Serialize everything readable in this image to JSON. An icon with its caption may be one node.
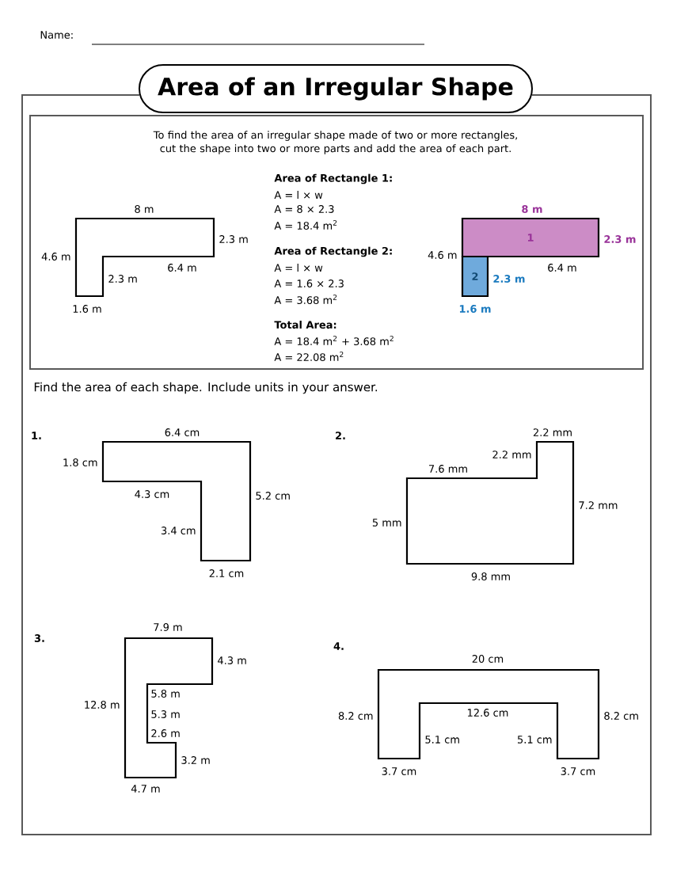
{
  "diagram": {
    "title": "Area of an Irregular Shape",
    "nodes": [
      {
        "text": [
          "1"
        ]
      },
      {
        "text": [
          "2"
        ]
      }
    ],
    "labels": [
      "Name:",
      "To find the area of an irregular shape made of two or more rectangles, cut the shape into two or more parts and add the area of each part.",
      "8 m",
      "2.3 m",
      "4.6 m",
      "6.4 m",
      "2.3 m",
      "1.6 m",
      "Area of Rectangle 1:",
      "A = l × w",
      "A = 8 × 2.3",
      "A = 18.4 m$^{2}$",
      "Area of Rectangle 2:",
      "A = l × w",
      "A = 1.6 × 2.3",
      "A = 3.68 m$^{2}$",
      "Total Area:",
      "A = 18.4 m$^{2}$ + 3.68 m$^{2}$",
      "A = 22.08 m$^{2}$",
      "8 m",
      "2.3 m",
      "4.6 m",
      "6.4 m",
      "2.3 m",
      "1.6 m",
      "Find the area of each shape. Include units in your answer.",
      "1.",
      "6.4 cm",
      "1.8 cm",
      "4.3 cm",
      "5.2 cm",
      "3.4 cm",
      "2.1 cm",
      "2.",
      "2.2 mm",
      "2.2 mm",
      "7.6 mm",
      "7.2 mm",
      "5 mm",
      "9.8 mm",
      "3.",
      "7.9 m",
      "4.3 m",
      "12.8 m",
      "5.8 m",
      "5.3 m",
      "2.6 m",
      "3.2 m",
      "4.7 m",
      "4.",
      "20 cm",
      "8.2 cm",
      "12.6 cm",
      "8.2 cm",
      "5.1 cm",
      "5.1 cm",
      "3.7 cm",
      "3.7 cm"
    ]
  }
}
